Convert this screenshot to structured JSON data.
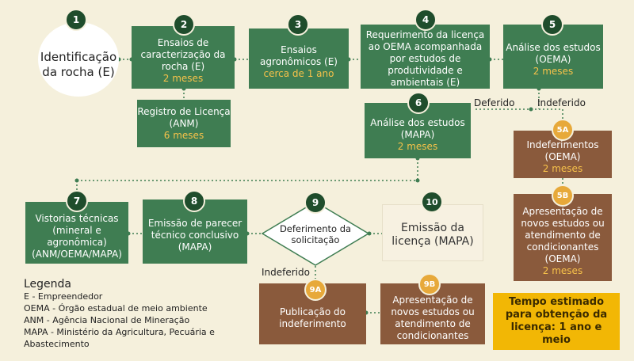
{
  "steps": {
    "s1": {
      "num": "1",
      "text": "Identificação da rocha (E)"
    },
    "s2": {
      "num": "2",
      "text": "Ensaios de caracterização da rocha (E)",
      "time": "2 meses"
    },
    "s3": {
      "num": "3",
      "text": "Ensaios agronômicos (E)",
      "time": "cerca de 1 ano"
    },
    "s4": {
      "num": "4",
      "text": "Requerimento da licença ao OEMA acompanhada por estudos de produtividade e ambientais (E)"
    },
    "s5": {
      "num": "5",
      "text": "Análise dos estudos (OEMA)",
      "time": "2 meses"
    },
    "registro": {
      "text": "Registro de Licença (ANM)",
      "time": "6 meses"
    },
    "s6": {
      "num": "6",
      "text": "Análise dos estudos (MAPA)",
      "time": "2 meses"
    },
    "s5a": {
      "num": "5A",
      "text": "Indeferimentos (OEMA)",
      "time": "2 meses"
    },
    "s5b": {
      "num": "5B",
      "text": "Apresentação de novos estudos ou atendimento de condicionantes (OEMA)",
      "time": "2 meses"
    },
    "s7": {
      "num": "7",
      "text": "Vistorias técnicas (mineral e agronômica) (ANM/OEMA/MAPA)"
    },
    "s8": {
      "num": "8",
      "text": "Emissão de parecer técnico conclusivo (MAPA)"
    },
    "s9": {
      "num": "9",
      "text": "Deferimento da solicitação"
    },
    "s10": {
      "num": "10",
      "text": "Emissão da licença (MAPA)"
    },
    "s9a": {
      "num": "9A",
      "text": "Publicação do indeferimento"
    },
    "s9b": {
      "num": "9B",
      "text": "Apresentação de novos estudos ou atendimento de condicionantes"
    }
  },
  "labels": {
    "deferido": "Deferido",
    "indeferido": "Indeferido",
    "indeferido2": "Indeferido"
  },
  "total": "Tempo estimado para obtenção da licença: 1 ano e meio",
  "legend": {
    "title": "Legenda",
    "items": [
      "E - Empreendedor",
      "OEMA - Órgão estadual de meio ambiente",
      "ANM - Agência Nacional de Mineração",
      "MAPA - Ministério da Agricultura, Pecuária e Abastecimento"
    ]
  }
}
